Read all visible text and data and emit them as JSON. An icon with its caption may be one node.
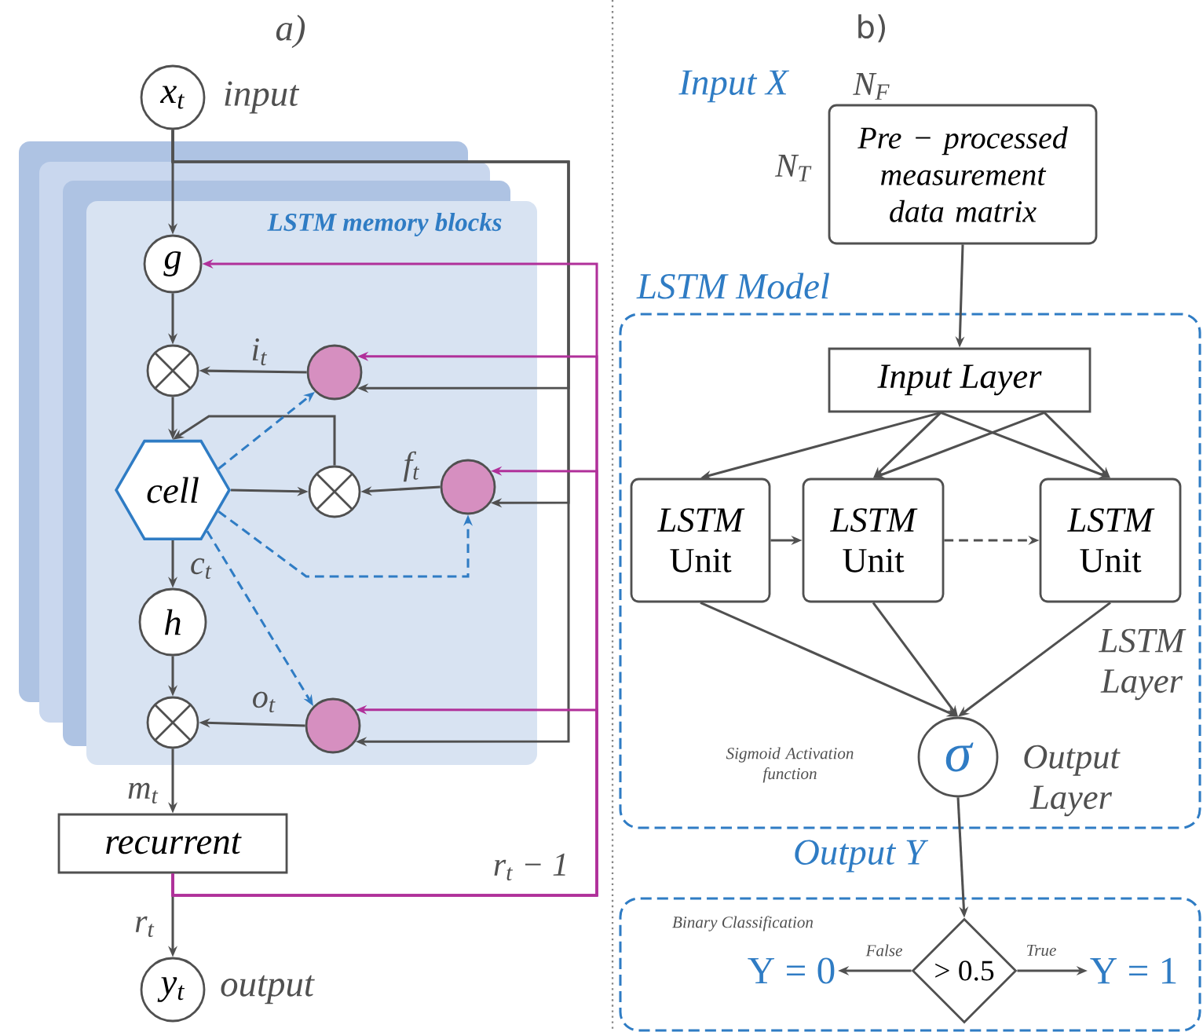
{
  "diagram": {
    "nodes": [
      {
        "text": [
          "x$_{t}$"
        ],
        "beside": [
          "input"
        ]
      },
      {
        "text": [
          "LSTM memory blocks"
        ]
      },
      {
        "text": [
          "g"
        ],
        "in": 1
      },
      {
        "text": [],
        "shape": "circle",
        "in": 1
      },
      {
        "text": [],
        "shape": "circle",
        "in": 1
      },
      {
        "text": [
          "cell"
        ],
        "in": 1
      },
      {
        "text": [],
        "shape": "circle",
        "in": 1
      },
      {
        "text": [],
        "shape": "circle",
        "in": 1
      },
      {
        "text": [
          "h"
        ],
        "in": 1
      },
      {
        "text": [],
        "shape": "circle",
        "in": 1
      },
      {
        "text": [],
        "shape": "circle",
        "in": 1
      },
      {
        "text": [
          "recurrent"
        ]
      },
      {
        "text": [
          "y$_{t}$"
        ],
        "beside": [
          "output"
        ]
      },
      {
        "text": [
          "Pre − processed measurement data matrix"
        ],
        "beside": [
          "N$_{F}$",
          "N$_{T}$"
        ]
      },
      {
        "text": [
          "LSTM Model"
        ]
      },
      {
        "text": [
          "Input Layer"
        ],
        "in": 14
      },
      {
        "text": [
          "*LSTM* Unit"
        ],
        "in": 14
      },
      {
        "text": [
          "*LSTM* Unit"
        ],
        "in": 14
      },
      {
        "text": [
          "*LSTM* Unit"
        ],
        "in": 14,
        "beside": [
          "LSTM Layer"
        ]
      },
      {
        "text": [
          "σ"
        ],
        "in": 14,
        "beside": [
          "Output Layer",
          "Sigmoid Activation function"
        ]
      },
      {
        "text": [
          "Binary Classification"
        ]
      },
      {
        "text": [
          "> 0.5"
        ],
        "in": 20
      },
      {
        "text": [
          "Υ = 0"
        ],
        "in": 20
      },
      {
        "text": [
          "Υ = 1"
        ],
        "in": 20
      }
    ],
    "edges": [
      {
        "from": 0,
        "to": 2,
        "arrow": "to"
      },
      {
        "from": 0,
        "to": 4,
        "arrow": "to"
      },
      {
        "from": 0,
        "to": 7,
        "arrow": "to"
      },
      {
        "from": 0,
        "to": 10,
        "arrow": "to"
      },
      {
        "from": 2,
        "to": 3,
        "arrow": "to"
      },
      {
        "from": 4,
        "to": 3,
        "arrow": "to",
        "label": "i$_{t}$"
      },
      {
        "from": 3,
        "to": 5,
        "arrow": "to"
      },
      {
        "from": 5,
        "to": 6,
        "arrow": "to"
      },
      {
        "from": 6,
        "to": 5,
        "arrow": "to"
      },
      {
        "from": 7,
        "to": 6,
        "arrow": "to",
        "label": "f$_{t}$"
      },
      {
        "from": 5,
        "to": 4,
        "arrow": "to",
        "style": "dashed",
        "color": "#2f7cc4"
      },
      {
        "from": 5,
        "to": 7,
        "arrow": "to",
        "style": "dashed",
        "color": "#2f7cc4"
      },
      {
        "from": 5,
        "to": 10,
        "arrow": "to",
        "style": "dashed",
        "color": "#2f7cc4"
      },
      {
        "from": 5,
        "to": 8,
        "arrow": "to",
        "label": "c$_{t}$"
      },
      {
        "from": 8,
        "to": 9,
        "arrow": "to"
      },
      {
        "from": 10,
        "to": 9,
        "arrow": "to",
        "label": "o$_{t}$"
      },
      {
        "from": 9,
        "to": 11,
        "arrow": "to",
        "label": "m$_{t}$"
      },
      {
        "from": 11,
        "to": 12,
        "arrow": "to",
        "label": "r$_{t}$"
      },
      {
        "from": 11,
        "to": 2,
        "arrow": "to",
        "color": "#b0309a",
        "label": "r$_{t}$ − 1"
      },
      {
        "from": 11,
        "to": 4,
        "arrow": "to",
        "color": "#b0309a"
      },
      {
        "from": 11,
        "to": 7,
        "arrow": "to",
        "color": "#b0309a"
      },
      {
        "from": 11,
        "to": 10,
        "arrow": "to",
        "color": "#b0309a"
      },
      {
        "from": 13,
        "to": 15,
        "arrow": "to"
      },
      {
        "from": 15,
        "to": 16,
        "arrow": "to"
      },
      {
        "from": 15,
        "to": 17,
        "arrow": "to"
      },
      {
        "from": 15,
        "to": 18,
        "arrow": "to"
      },
      {
        "from": 15,
        "to": 17,
        "arrow": "to"
      },
      {
        "from": 15,
        "to": 18,
        "arrow": "to"
      },
      {
        "from": 16,
        "to": 17,
        "arrow": "to"
      },
      {
        "from": 17,
        "to": 18,
        "arrow": "to",
        "style": "dashed"
      },
      {
        "from": 16,
        "to": 19,
        "arrow": "to"
      },
      {
        "from": 17,
        "to": 19,
        "arrow": "to"
      },
      {
        "from": 18,
        "to": 19,
        "arrow": "to"
      },
      {
        "from": 19,
        "to": 21,
        "arrow": "to"
      },
      {
        "from": 21,
        "to": 22,
        "arrow": "to",
        "label": "False"
      },
      {
        "from": 21,
        "to": 23,
        "arrow": "to",
        "label": "True"
      }
    ],
    "labels": [
      "a)",
      "b)",
      "Input X",
      "Output Y"
    ]
  }
}
